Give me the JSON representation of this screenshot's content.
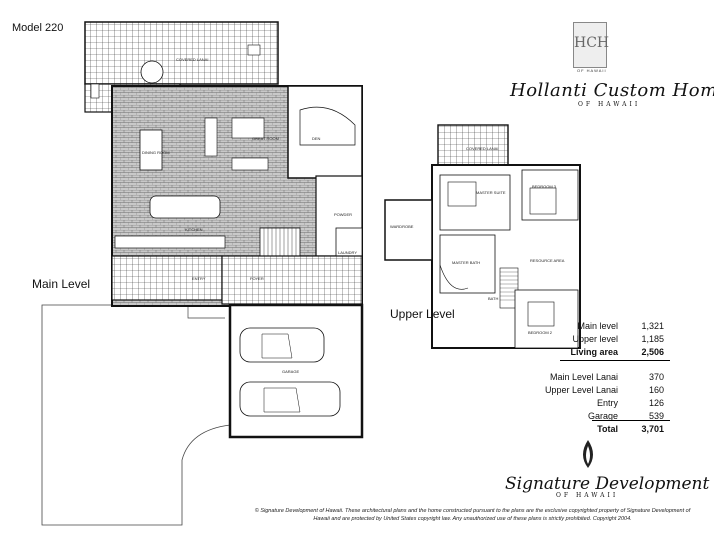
{
  "header": {
    "model": "Model 220"
  },
  "plans": {
    "main_level_label": "Main Level",
    "upper_level_label": "Upper Level",
    "main_rooms": {
      "covered_lanai": "COVERED LANAI",
      "den": "DEN",
      "great_room": "GREAT ROOM",
      "dining_room": "DINING ROOM",
      "kitchen": "KITCHEN",
      "powder": "POWDER",
      "laundry": "LAUNDRY",
      "entry": "ENTRY",
      "foyer": "FOYER",
      "garage": "GARAGE"
    },
    "upper_rooms": {
      "covered_lanai": "COVERED LANAI",
      "master_suite": "MASTER SUITE",
      "bedroom_3": "BEDROOM 3",
      "wardrobe": "WARDROBE",
      "master_bath": "MASTER BATH",
      "resource_area": "RESOURCE AREA",
      "bedroom_2": "BEDROOM 2",
      "bath": "BATH"
    }
  },
  "branding": {
    "monogram": "HCH",
    "monogram_sub": "OF HAWAII",
    "builder_name": "Hollanti Custom Homes",
    "builder_sub": "OF HAWAII",
    "developer_name": "Signature Development",
    "developer_sub": "OF HAWAII"
  },
  "areas": {
    "living": [
      {
        "label": "Main level",
        "value": "1,321"
      },
      {
        "label": "Upper level",
        "value": "1,185"
      },
      {
        "label": "Living area",
        "value": "2,506"
      }
    ],
    "other": [
      {
        "label": "Main Level Lanai",
        "value": "370"
      },
      {
        "label": "Upper Level Lanai",
        "value": "160"
      },
      {
        "label": "Entry",
        "value": "126"
      },
      {
        "label": "Garage",
        "value": "539"
      },
      {
        "label": "Total",
        "value": "3,701"
      }
    ]
  },
  "footer": "© Signature Development of Hawaii. These architectural plans and the home constructed pursuant to the plans are the exclusive copyrighted property of Signature Development of Hawaii and are protected by United States copyright law. Any unauthorized use of these plans is strictly prohibited. Copyright 2004."
}
